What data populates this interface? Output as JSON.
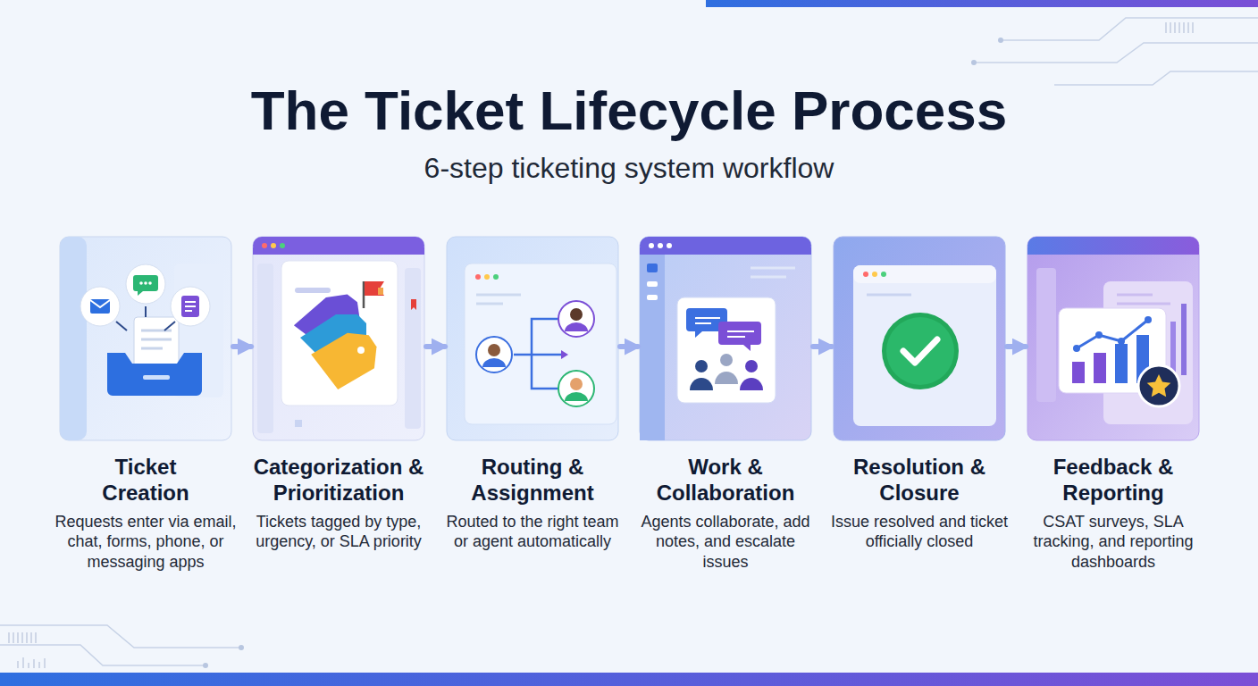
{
  "diagram": {
    "title": "The Ticket Lifecycle Process",
    "nodes": [
      {
        "text": [
          "Ticket Creation",
          "Requests enter via email, chat, forms, phone, or messaging apps"
        ]
      },
      {
        "text": [
          "Categorization & Prioritization",
          "Tickets tagged by type, urgency, or SLA priority"
        ]
      },
      {
        "text": [
          "Routing & Assignment",
          "Routed to the right team or agent automatically"
        ]
      },
      {
        "text": [
          "Work & Collaboration",
          "Agents collaborate, add notes, and escalate issues"
        ]
      },
      {
        "text": [
          "Resolution & Closure",
          "Issue resolved and ticket officially closed"
        ]
      },
      {
        "text": [
          "Feedback & Reporting",
          "CSAT surveys, SLA tracking, and reporting dashboards"
        ]
      }
    ],
    "edges": [
      {
        "from": 0,
        "to": 1,
        "arrow": "to"
      },
      {
        "from": 1,
        "to": 2,
        "arrow": "to"
      },
      {
        "from": 2,
        "to": 3,
        "arrow": "to"
      },
      {
        "from": 3,
        "to": 4,
        "arrow": "to"
      },
      {
        "from": 4,
        "to": 5,
        "arrow": "to"
      }
    ],
    "labels": [
      "6-step ticketing system workflow"
    ]
  }
}
